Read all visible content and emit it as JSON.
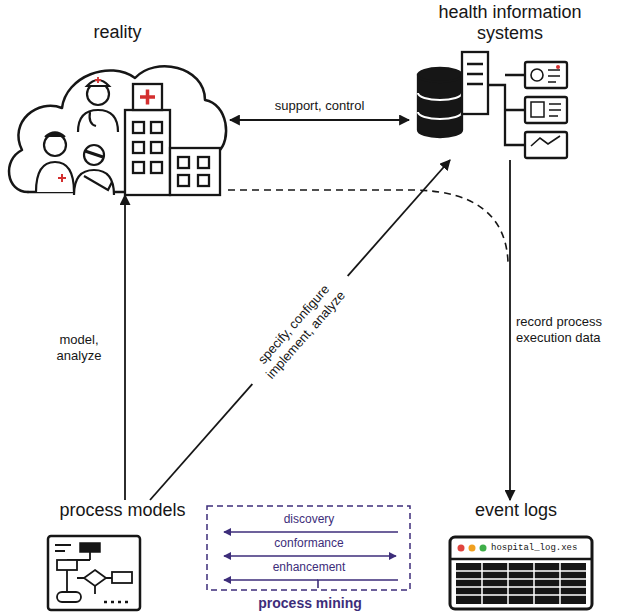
{
  "diagram": {
    "nodes": [
      {
        "text": [
          "reality"
        ]
      },
      {
        "text": [
          "health information systems"
        ]
      },
      {
        "text": [
          "process models"
        ]
      },
      {
        "text": [
          "event logs"
        ]
      },
      {
        "text": [
          "process mining"
        ]
      }
    ],
    "edges": [
      {
        "from": 0,
        "to": 1,
        "label": "support, control",
        "arrow": "both"
      },
      {
        "from": 1,
        "to": 3,
        "label": "record process execution data",
        "arrow": "to"
      },
      {
        "from": 2,
        "to": 0,
        "label": "model, analyze",
        "arrow": "to"
      },
      {
        "from": 2,
        "to": 1,
        "label": "specify, configure implement, analyze",
        "arrow": "to"
      }
    ],
    "labels": [
      "discovery",
      "conformance",
      "enhancement",
      "hospital_log.xes"
    ]
  }
}
